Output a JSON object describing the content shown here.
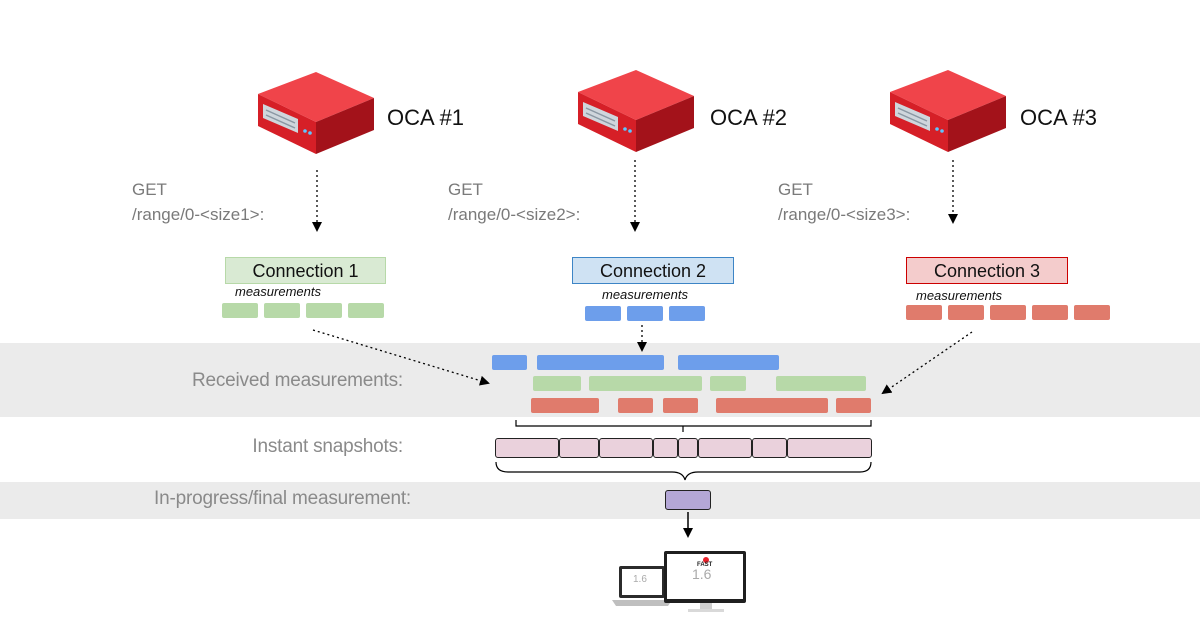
{
  "servers": [
    {
      "label": "OCA #1",
      "request_line1": "GET",
      "request_line2": "/range/0-<size1>:"
    },
    {
      "label": "OCA #2",
      "request_line1": "GET",
      "request_line2": "/range/0-<size2>:"
    },
    {
      "label": "OCA #3",
      "request_line1": "GET",
      "request_line2": "/range/0-<size3>:"
    }
  ],
  "connections": [
    {
      "label": "Connection 1",
      "measurements_label": "measurements",
      "color": "#b7d9a8",
      "fill": "#d9ead3",
      "border": "#b7d9a8"
    },
    {
      "label": "Connection 2",
      "measurements_label": "measurements",
      "color": "#6d9eeb",
      "fill": "#cfe2f3",
      "border": "#3d85c6"
    },
    {
      "label": "Connection 3",
      "measurements_label": "measurements",
      "color": "#e07b6c",
      "fill": "#f4cccc",
      "border": "#cc0000"
    }
  ],
  "rows": {
    "received": "Received measurements:",
    "snapshots": "Instant snapshots:",
    "final": "In-progress/final measurement:"
  },
  "devices": {
    "brand": "FAST",
    "laptop_reading": "1.6",
    "monitor_reading": "1.6"
  },
  "colors": {
    "server_red": "#e8202a",
    "final_purple": "#b4a7d6",
    "band_gray": "#ebebeb",
    "snapshot_pink": "#ead1dc"
  }
}
